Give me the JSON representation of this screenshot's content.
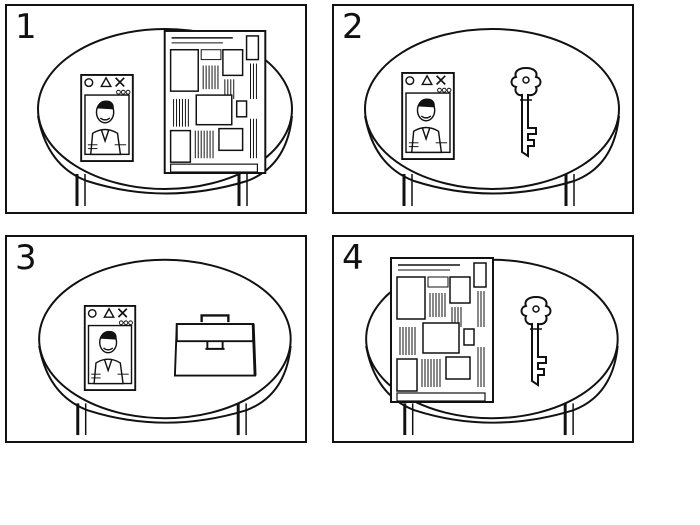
{
  "panels": [
    {
      "number": "1",
      "items": [
        "magazine",
        "newspaper"
      ]
    },
    {
      "number": "2",
      "items": [
        "magazine",
        "key"
      ]
    },
    {
      "number": "3",
      "items": [
        "magazine",
        "briefcase"
      ]
    },
    {
      "number": "4",
      "items": [
        "newspaper",
        "key"
      ]
    }
  ],
  "magazine": {
    "masthead": "OΔX"
  },
  "colors": {
    "ink": "#111111",
    "paper": "#ffffff",
    "shade": "#333333"
  }
}
